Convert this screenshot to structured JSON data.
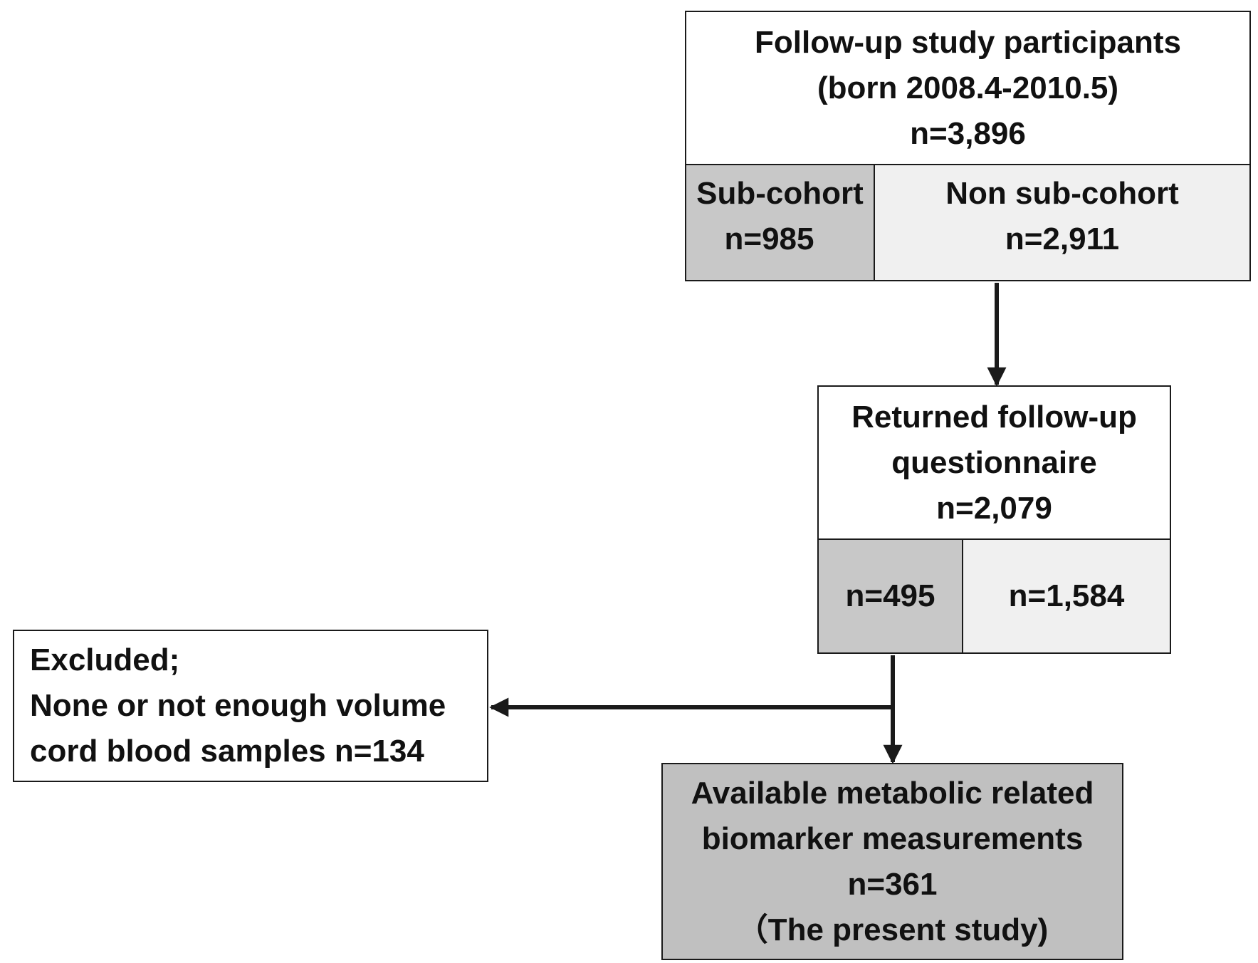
{
  "participants": {
    "line1": "Follow-up study participants",
    "line2": "(born 2008.4-2010.5)",
    "line3": "n=3,896"
  },
  "subcohort": {
    "label": "Sub-cohort",
    "count": "n=985"
  },
  "non_subcohort": {
    "label": "Non sub-cohort",
    "count": "n=2,911"
  },
  "returned": {
    "line1": "Returned follow-up",
    "line2": "questionnaire",
    "line3": "n=2,079"
  },
  "returned_split": {
    "sub": "n=495",
    "non_sub": "n=1,584"
  },
  "excluded": {
    "line1": "Excluded;",
    "line2": "None or not enough volume",
    "line3": "cord blood samples n=134"
  },
  "available": {
    "line1": "Available metabolic related",
    "line2": "biomarker measurements",
    "line3": "n=361",
    "line4": "（The present study)"
  },
  "colors": {
    "subcohort_fill": "#c8c8c8",
    "non_subcohort_fill": "#f0f0f0",
    "final_fill": "#c0c0c0",
    "line": "#1a1a1a"
  }
}
